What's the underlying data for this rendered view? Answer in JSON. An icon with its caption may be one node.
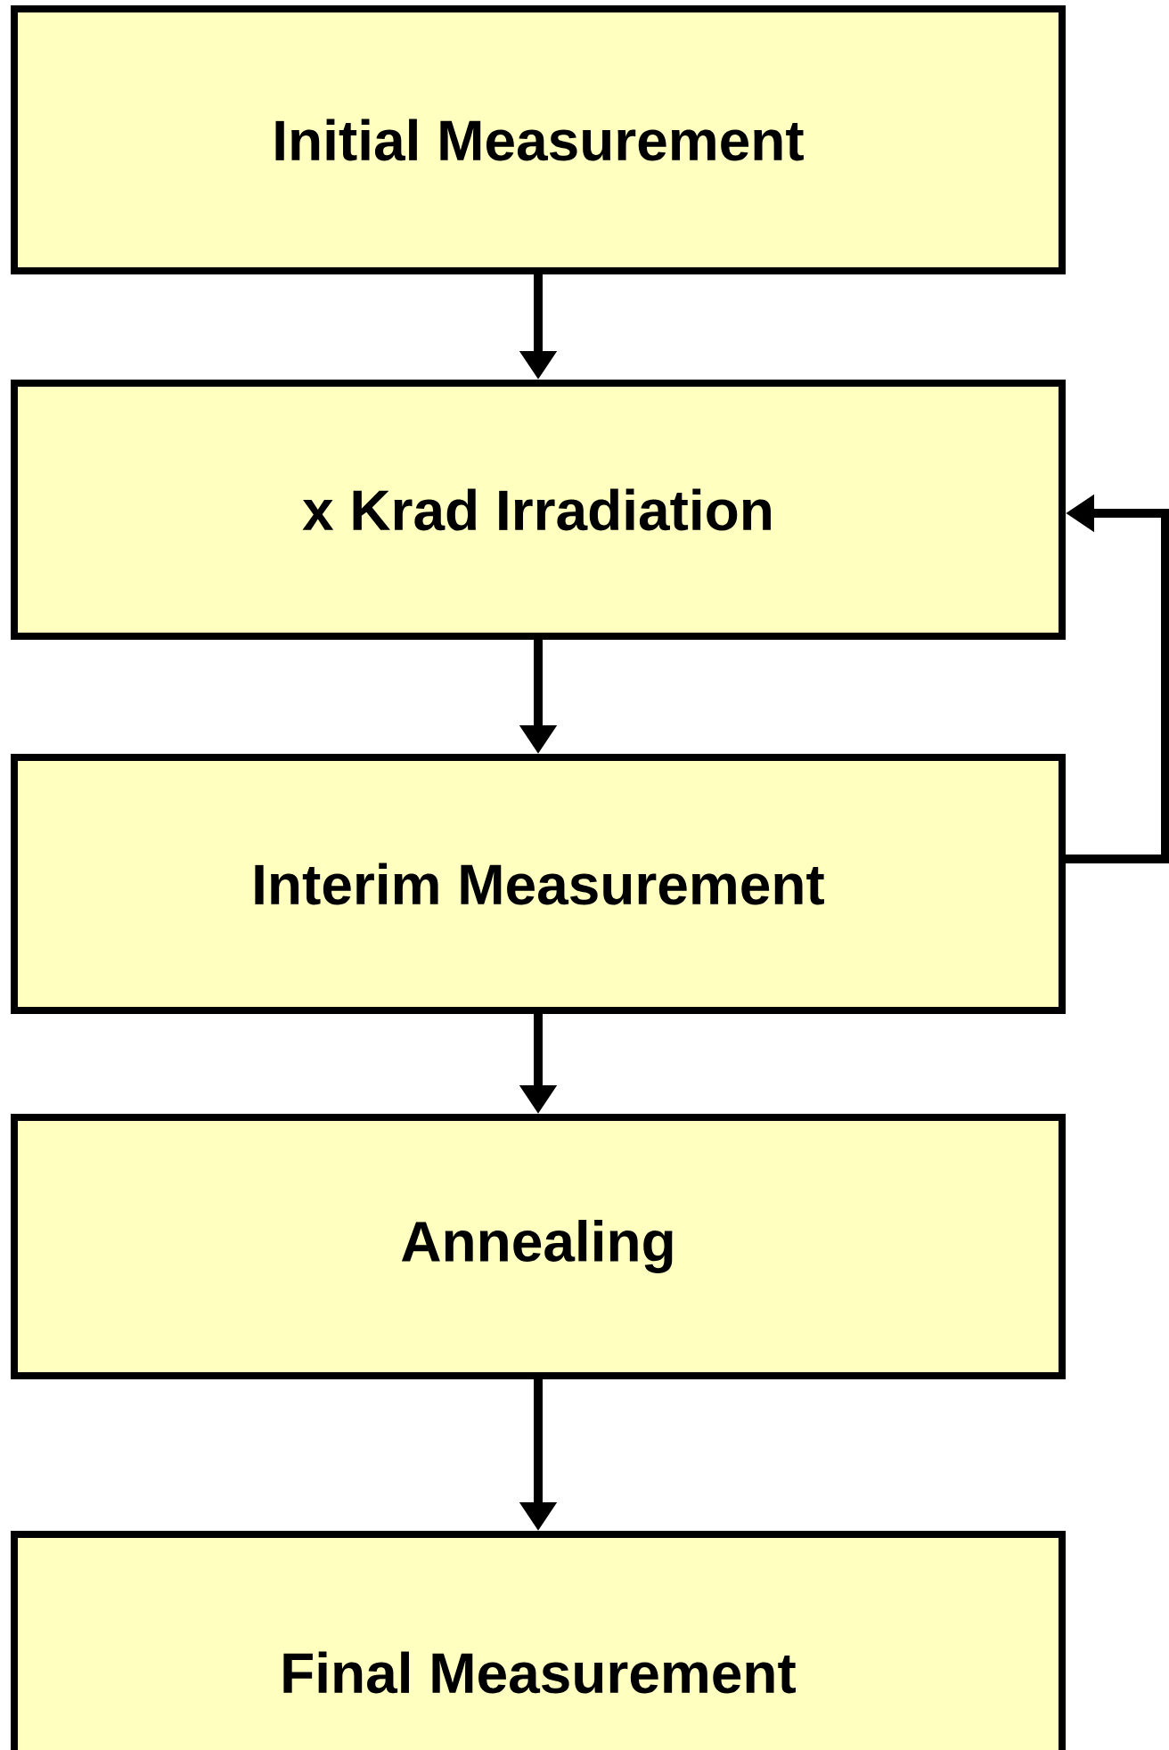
{
  "diagram": {
    "nodes": [
      {
        "text": [
          "Initial Measurement"
        ]
      },
      {
        "text": [
          "x Krad  Irradiation"
        ]
      },
      {
        "text": [
          "Interim Measurement"
        ]
      },
      {
        "text": [
          "Annealing"
        ]
      },
      {
        "text": [
          "Final Measurement"
        ]
      }
    ],
    "edges": [
      {
        "from": 0,
        "to": 1,
        "arrow": "to"
      },
      {
        "from": 1,
        "to": 2,
        "arrow": "to"
      },
      {
        "from": 2,
        "to": 3,
        "arrow": "to"
      },
      {
        "from": 3,
        "to": 4,
        "arrow": "to"
      },
      {
        "from": 2,
        "to": 1,
        "arrow": "to"
      }
    ]
  }
}
